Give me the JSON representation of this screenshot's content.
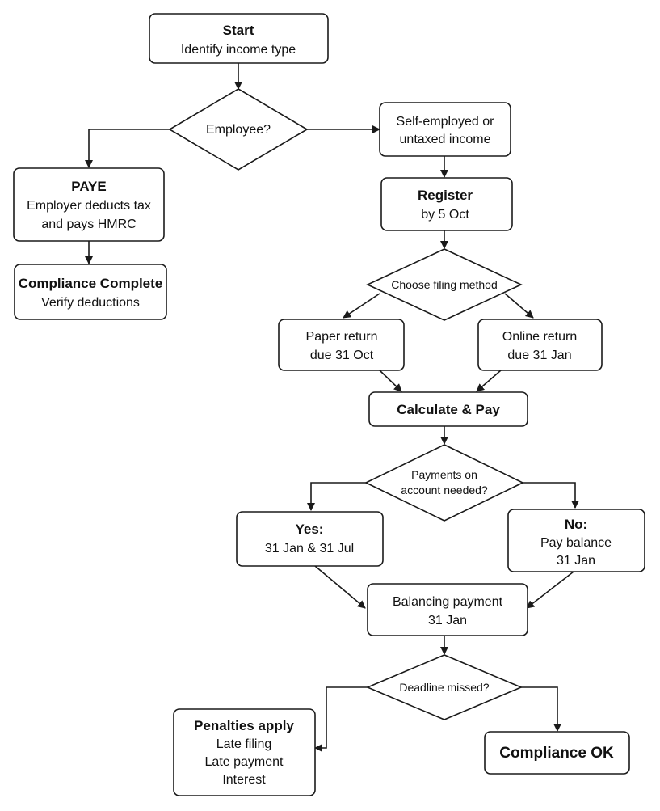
{
  "nodes": {
    "start": {
      "title": "Start",
      "sub": "Identify income type"
    },
    "employee": {
      "label": "Employee?"
    },
    "self_employed": {
      "line1": "Self-employed or",
      "line2": "untaxed income"
    },
    "paye": {
      "title": "PAYE",
      "line1": "Employer deducts tax",
      "line2": "and pays HMRC"
    },
    "register": {
      "title": "Register",
      "sub": "by 5 Oct"
    },
    "compliance_complete": {
      "title": "Compliance Complete",
      "sub": "Verify deductions"
    },
    "filing_method": {
      "label": "Choose filing method"
    },
    "paper_return": {
      "line1": "Paper return",
      "line2": "due 31 Oct"
    },
    "online_return": {
      "line1": "Online return",
      "line2": "due 31 Jan"
    },
    "calculate_pay": {
      "label": "Calculate & Pay"
    },
    "payments_on_account": {
      "line1": "Payments on",
      "line2": "account needed?"
    },
    "yes_box": {
      "title": "Yes:",
      "sub": "31 Jan & 31 Jul"
    },
    "no_box": {
      "title": "No:",
      "line1": "Pay balance",
      "line2": "31 Jan"
    },
    "balancing_payment": {
      "line1": "Balancing payment",
      "line2": "31 Jan"
    },
    "deadline_missed": {
      "label": "Deadline missed?"
    },
    "penalties": {
      "title": "Penalties apply",
      "line1": "Late filing",
      "line2": "Late payment",
      "line3": "Interest"
    },
    "compliance_ok": {
      "label": "Compliance OK"
    }
  }
}
